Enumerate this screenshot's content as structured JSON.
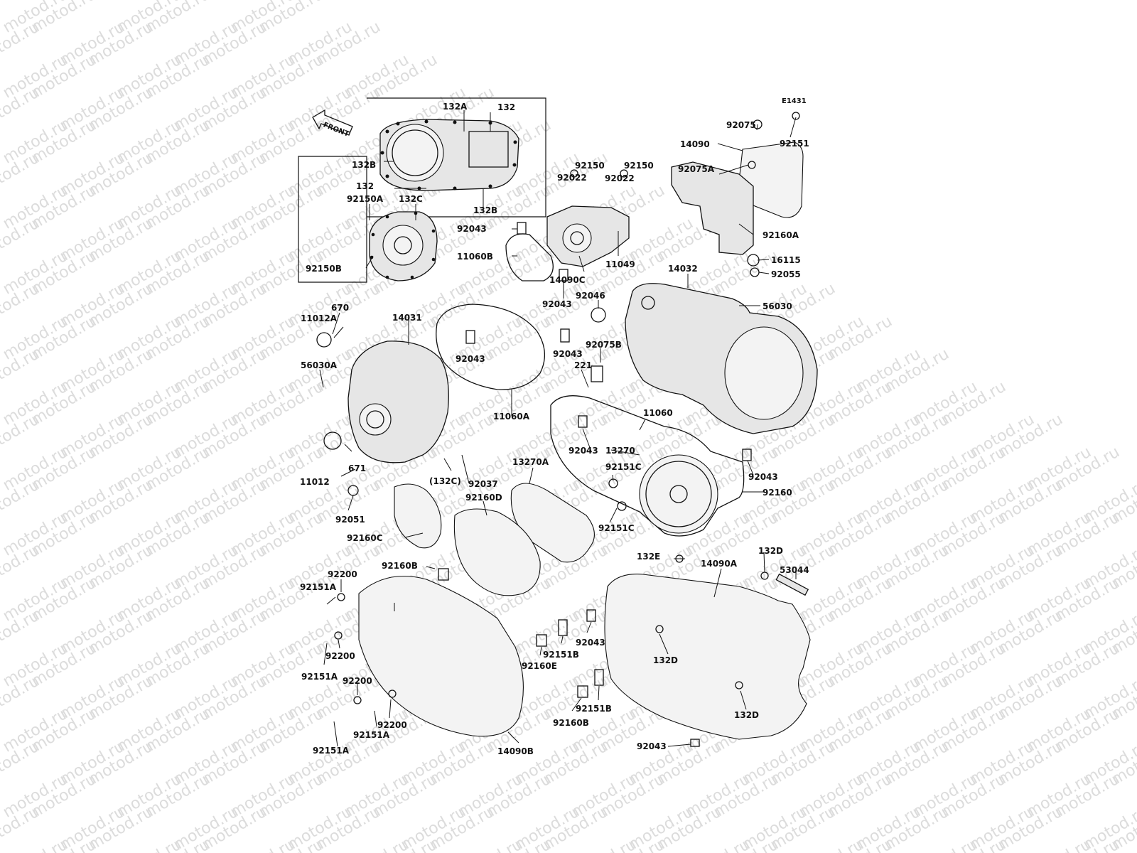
{
  "watermark": "motod.ru",
  "diagram_code": "E1431",
  "front_label": "FRONT",
  "labels": {
    "p132A": "132A",
    "p132_top": "132",
    "p132B_left": "132B",
    "p132_mid": "132",
    "p132B_bot": "132B",
    "p92150A": "92150A",
    "p132C": "132C",
    "p92150B": "92150B",
    "p92022_l": "92022",
    "p92150_l": "92150",
    "p92022_r": "92022",
    "p92150_r": "92150",
    "p92043_a": "92043",
    "p11060B": "11060B",
    "p11049": "11049",
    "p14090C": "14090C",
    "p92043_b": "92043",
    "p92075": "92075",
    "p92151": "92151",
    "p14090": "14090",
    "p92075A": "92075A",
    "p92160A": "92160A",
    "p16115": "16115",
    "p92055": "92055",
    "p14032": "14032",
    "p56030": "56030",
    "p92046": "92046",
    "p92075B": "92075B",
    "p221": "221",
    "p92043_c": "92043",
    "p670": "670",
    "p11012A": "11012A",
    "p14031": "14031",
    "p92043_d": "92043",
    "p56030A": "56030A",
    "p11060A": "11060A",
    "p671": "671",
    "p11012": "11012",
    "p132C_paren": "(132C)",
    "p92037": "92037",
    "p92051": "92051",
    "p92160D": "92160D",
    "p13270A": "13270A",
    "p11060": "11060",
    "p92043_e": "92043",
    "p13270": "13270",
    "p92151C_a": "92151C",
    "p92043_f": "92043",
    "p92160": "92160",
    "p92151C_b": "92151C",
    "p92160C": "92160C",
    "p92160B_a": "92160B",
    "p132E": "132E",
    "p14090A": "14090A",
    "p132D_a": "132D",
    "p53044": "53044",
    "p92200_a": "92200",
    "p92151A_a": "92151A",
    "p92151B_a": "92151B",
    "p92160E": "92160E",
    "p92043_g": "92043",
    "p132D_b": "132D",
    "p92200_b": "92200",
    "p92151A_b": "92151A",
    "p92200_c": "92200",
    "p92151A_c": "92151A",
    "p92200_d": "92200",
    "p92151B_b": "92151B",
    "p92160B_b": "92160B",
    "p132D_c": "132D",
    "p92151A_d": "92151A",
    "p14090B": "14090B",
    "p92043_h": "92043"
  }
}
